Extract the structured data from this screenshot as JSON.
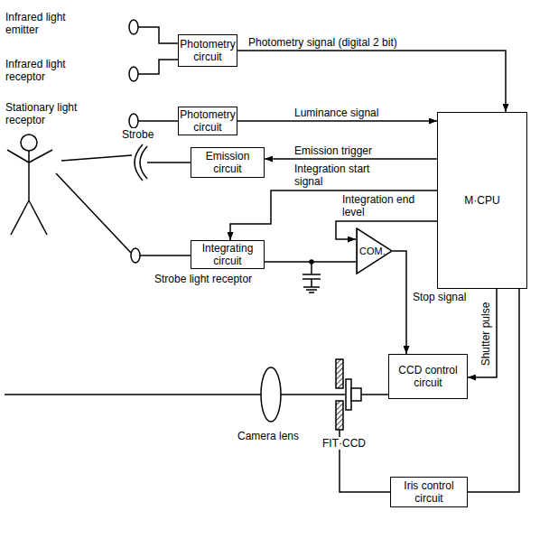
{
  "diagram": {
    "nodes": [
      {
        "text": [
          "Photometry circuit"
        ]
      },
      {
        "text": [
          "Photometry circuit"
        ]
      },
      {
        "text": [
          "Emission circuit"
        ]
      },
      {
        "text": [
          "M·CPU"
        ]
      },
      {
        "text": [
          "Integrating circuit"
        ]
      },
      {
        "text": [
          "COM."
        ]
      },
      {
        "text": [
          "CCD control circuit"
        ]
      },
      {
        "text": [
          "Iris control circuit"
        ]
      }
    ],
    "edges": [
      {
        "from": 0,
        "to": 3,
        "label": "Photometry signal (digital 2 bit)",
        "arrow": "to"
      },
      {
        "from": 1,
        "to": 3,
        "label": "Luminance signal",
        "arrow": "to"
      },
      {
        "from": 3,
        "to": 2,
        "label": "Emission trigger",
        "arrow": "to"
      },
      {
        "from": 3,
        "to": 4,
        "label": "Integration start signal",
        "arrow": "to"
      },
      {
        "from": 3,
        "to": 5,
        "label": "Integration end level",
        "arrow": "to"
      },
      {
        "from": 4,
        "to": 5,
        "arrow": "none"
      },
      {
        "from": 5,
        "to": 6,
        "label": "Stop signal",
        "arrow": "to"
      },
      {
        "from": 3,
        "to": 6,
        "label": "Shutter pulse",
        "arrow": "to"
      },
      {
        "from": 3,
        "to": 7,
        "arrow": "none"
      }
    ],
    "labels": [
      "Infrared light emitter",
      "Infrared light receptor",
      "Stationary light receptor",
      "Strobe",
      "Strobe light receptor",
      "Camera lens",
      "FIT·CCD"
    ]
  }
}
